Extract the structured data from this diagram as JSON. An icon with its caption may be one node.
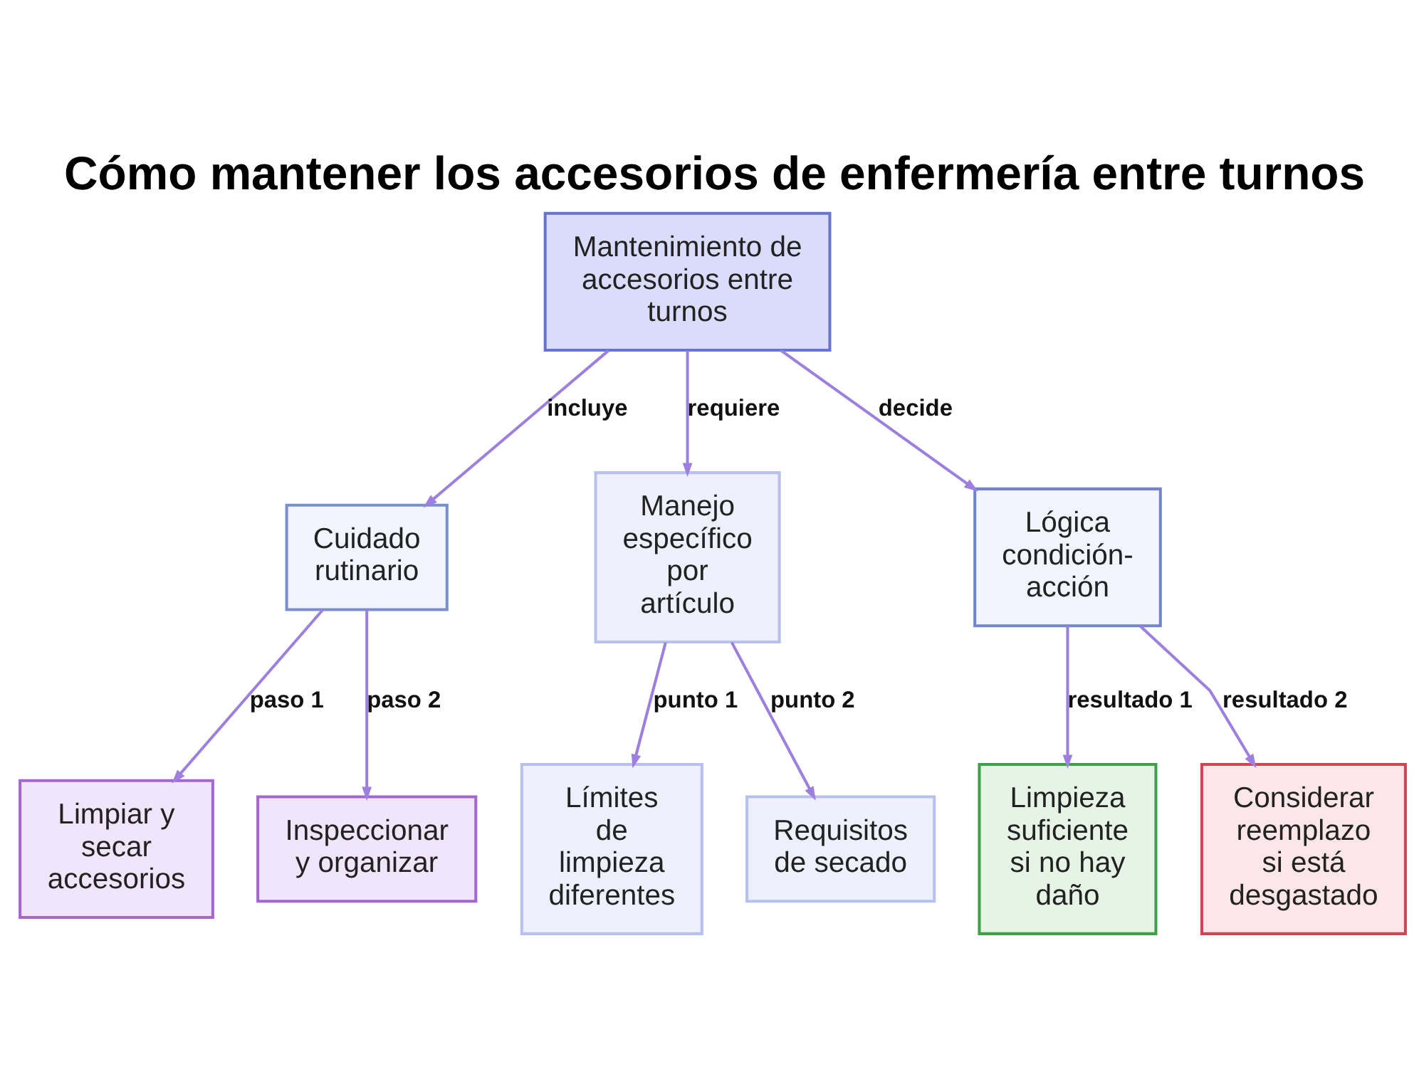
{
  "diagram": {
    "title": "Cómo mantener los accesorios de enfermería entre turnos",
    "nodes": [
      {
        "text": [
          "Mantenimiento de accesorios entre turnos"
        ]
      },
      {
        "text": [
          "Cuidado rutinario"
        ]
      },
      {
        "text": [
          "Manejo específico por artículo"
        ]
      },
      {
        "text": [
          "Lógica condición-acción"
        ]
      },
      {
        "text": [
          "Limpiar y secar accesorios"
        ]
      },
      {
        "text": [
          "Inspeccionar y organizar"
        ]
      },
      {
        "text": [
          "Límites de limpieza diferentes"
        ]
      },
      {
        "text": [
          "Requisitos de secado"
        ]
      },
      {
        "text": [
          "Limpieza suficiente si no hay daño"
        ]
      },
      {
        "text": [
          "Considerar reemplazo si está desgastado"
        ]
      }
    ],
    "edges": [
      {
        "from": 0,
        "to": 1,
        "arrow": "to",
        "label": "incluye"
      },
      {
        "from": 0,
        "to": 2,
        "arrow": "to",
        "label": "requiere"
      },
      {
        "from": 0,
        "to": 3,
        "arrow": "to",
        "label": "decide"
      },
      {
        "from": 1,
        "to": 4,
        "arrow": "to",
        "label": "paso 1"
      },
      {
        "from": 1,
        "to": 5,
        "arrow": "to",
        "label": "paso 2"
      },
      {
        "from": 2,
        "to": 6,
        "arrow": "to",
        "label": "punto 1"
      },
      {
        "from": 2,
        "to": 7,
        "arrow": "to",
        "label": "punto 2"
      },
      {
        "from": 3,
        "to": 8,
        "arrow": "to",
        "label": "resultado 1"
      },
      {
        "from": 3,
        "to": 9,
        "arrow": "to",
        "label": "resultado 2"
      }
    ]
  }
}
